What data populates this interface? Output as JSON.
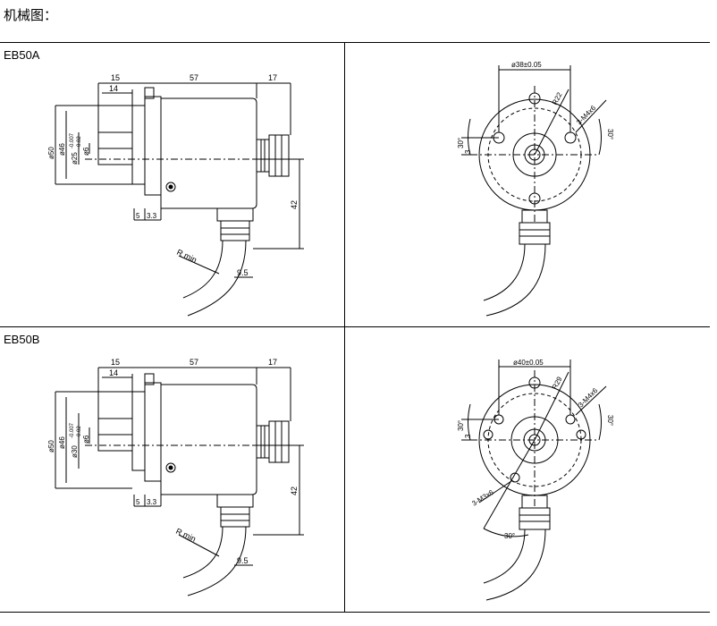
{
  "page_title": "机械图：",
  "rows": [
    {
      "model": "EB50A",
      "side": {
        "dim_15": "15",
        "dim_14": "14",
        "dim_57": "57",
        "dim_17": "17",
        "dia_50": "ø50",
        "dia_46": "ø46",
        "dia_flange": "ø25",
        "tol_upper": "-0.007",
        "tol_lower": "-0.02",
        "dia_shaft": "ø6",
        "dim_5": "5",
        "dim_33": "3.3",
        "dim_42": "42",
        "dim_95": "9.5",
        "r_min": "R min"
      },
      "front": {
        "pcd": "ø38±0.05",
        "r22": "R22",
        "holes": "3-M4x6",
        "ang_left": "30°",
        "ang_right": "30°",
        "dim_3": "3"
      }
    },
    {
      "model": "EB50B",
      "side": {
        "dim_15": "15",
        "dim_14": "14",
        "dim_57": "57",
        "dim_17": "17",
        "dia_50": "ø50",
        "dia_46": "ø46",
        "dia_flange": "ø30",
        "tol_upper": "-0.007",
        "tol_lower": "-0.02",
        "dia_shaft": "ø6",
        "dim_5": "5",
        "dim_33": "3.3",
        "dim_42": "42",
        "dim_95": "9.5",
        "r_min": "R min"
      },
      "front": {
        "pcd": "ø40±0.05",
        "r29": "R29",
        "holes": "3-M4x6",
        "holes_lower": "3-M3x6",
        "ang_left": "30°",
        "ang_right": "30°",
        "ang_bottom": "30°",
        "dim_3": "3"
      }
    }
  ]
}
